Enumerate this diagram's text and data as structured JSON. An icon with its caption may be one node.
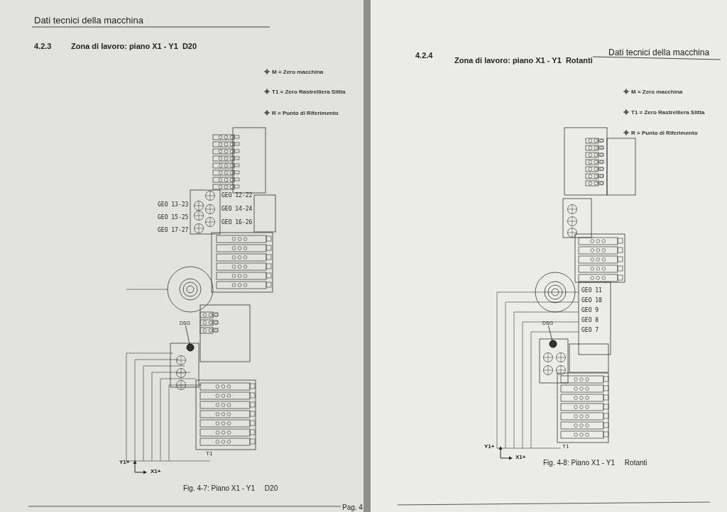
{
  "diagram": {
    "nodes": [
      {
        "text": [
          "DSG"
        ]
      },
      {
        "text": [],
        "shape": "circle"
      },
      {
        "text": [
          "DSG"
        ]
      },
      {
        "text": [],
        "shape": "circle"
      }
    ],
    "edges": [
      {
        "from": 0,
        "to": 1,
        "arrow": "none"
      },
      {
        "from": 2,
        "to": 3,
        "arrow": "none"
      }
    ],
    "labels": [
      "Dati tecnici della macchina",
      "4.2.3",
      "Zona di lavoro: piano X1 - Y1  D20",
      "GEO 12-22",
      "GEO 13-23",
      "GEO 14-24",
      "GEO 15-25",
      "GEO 16-26",
      "GEO 17-27",
      "T1",
      "Y1+",
      "X1+",
      "Fig. 4-7: Piano X1 - Y1     D20",
      "Pag. 4",
      "Dati tecnici della macchina",
      "4.2.4",
      "Zona di lavoro: piano X1 - Y1  Rotanti",
      "GEO 11",
      "GEO 10",
      "GEO 9",
      "GEO 8",
      "GEO 7",
      "T1",
      "Y1+",
      "X1+",
      "Fig. 4-8: Piano X1 - Y1     Rotanti"
    ],
    "legend": [
      {
        "text": "M = Zero macchina"
      },
      {
        "text": "T1 = Zero Rastrelliera Slitta"
      },
      {
        "text": "R = Punto di Riferimento"
      },
      {
        "text": "M = Zero macchina"
      },
      {
        "text": "T1 = Zero Rastrelliera Slitta"
      },
      {
        "text": "R = Punto di Riferimento"
      }
    ]
  }
}
